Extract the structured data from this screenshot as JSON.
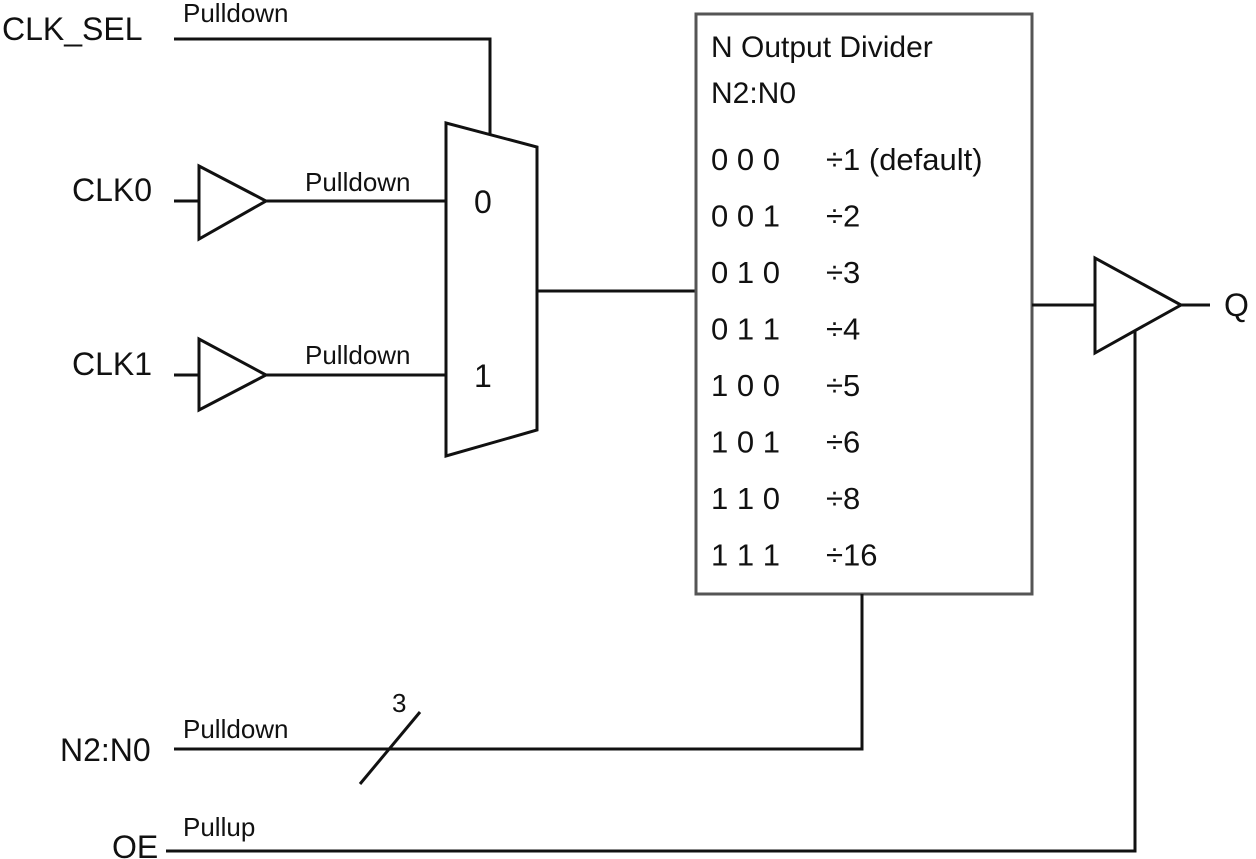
{
  "inputs": {
    "clk_sel": {
      "name": "CLK_SEL",
      "pull": "Pulldown"
    },
    "clk0": {
      "name": "CLK0",
      "pull": "Pulldown"
    },
    "clk1": {
      "name": "CLK1",
      "pull": "Pulldown"
    },
    "n_sel": {
      "name": "N2:N0",
      "pull": "Pulldown",
      "bus_width": "3"
    },
    "oe": {
      "name": "OE",
      "pull": "Pullup"
    }
  },
  "mux": {
    "input0": "0",
    "input1": "1"
  },
  "divider": {
    "title": "N Output Divider",
    "subtitle": "N2:N0",
    "rows": [
      {
        "code": "0 0 0",
        "ratio": "÷1 (default)"
      },
      {
        "code": "0 0 1",
        "ratio": "÷2"
      },
      {
        "code": "0 1 0",
        "ratio": "÷3"
      },
      {
        "code": "0 1 1",
        "ratio": "÷4"
      },
      {
        "code": "1 0 0",
        "ratio": "÷5"
      },
      {
        "code": "1 0 1",
        "ratio": "÷6"
      },
      {
        "code": "1 1 0",
        "ratio": "÷8"
      },
      {
        "code": "1 1 1",
        "ratio": "÷16"
      }
    ]
  },
  "output": {
    "name": "Q"
  }
}
